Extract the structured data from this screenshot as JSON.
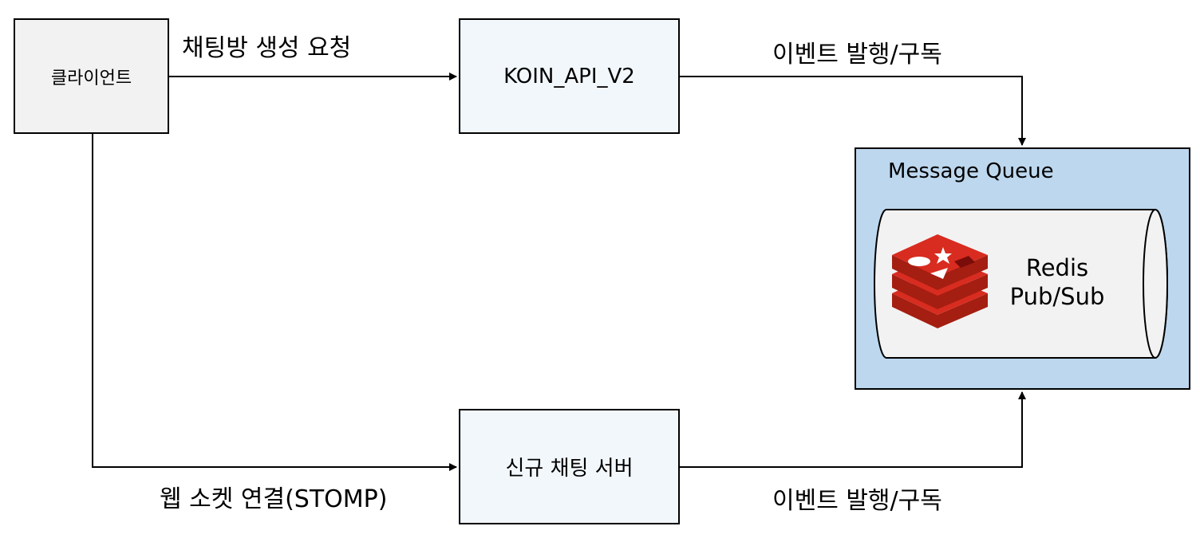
{
  "nodes": {
    "client": "클라이언트",
    "api": "KOIN_API_V2",
    "chat_server": "신규 채팅 서버",
    "mq_title": "Message Queue",
    "redis_line1": "Redis",
    "redis_line2": "Pub/Sub"
  },
  "edges": {
    "create_room": "채팅방 생성 요청",
    "api_pubsub": "이벤트 발행/구독",
    "websocket": "웹 소켓 연결(STOMP)",
    "chat_pubsub": "이벤트 발행/구독"
  },
  "icons": {
    "redis": "redis-logo-icon"
  }
}
